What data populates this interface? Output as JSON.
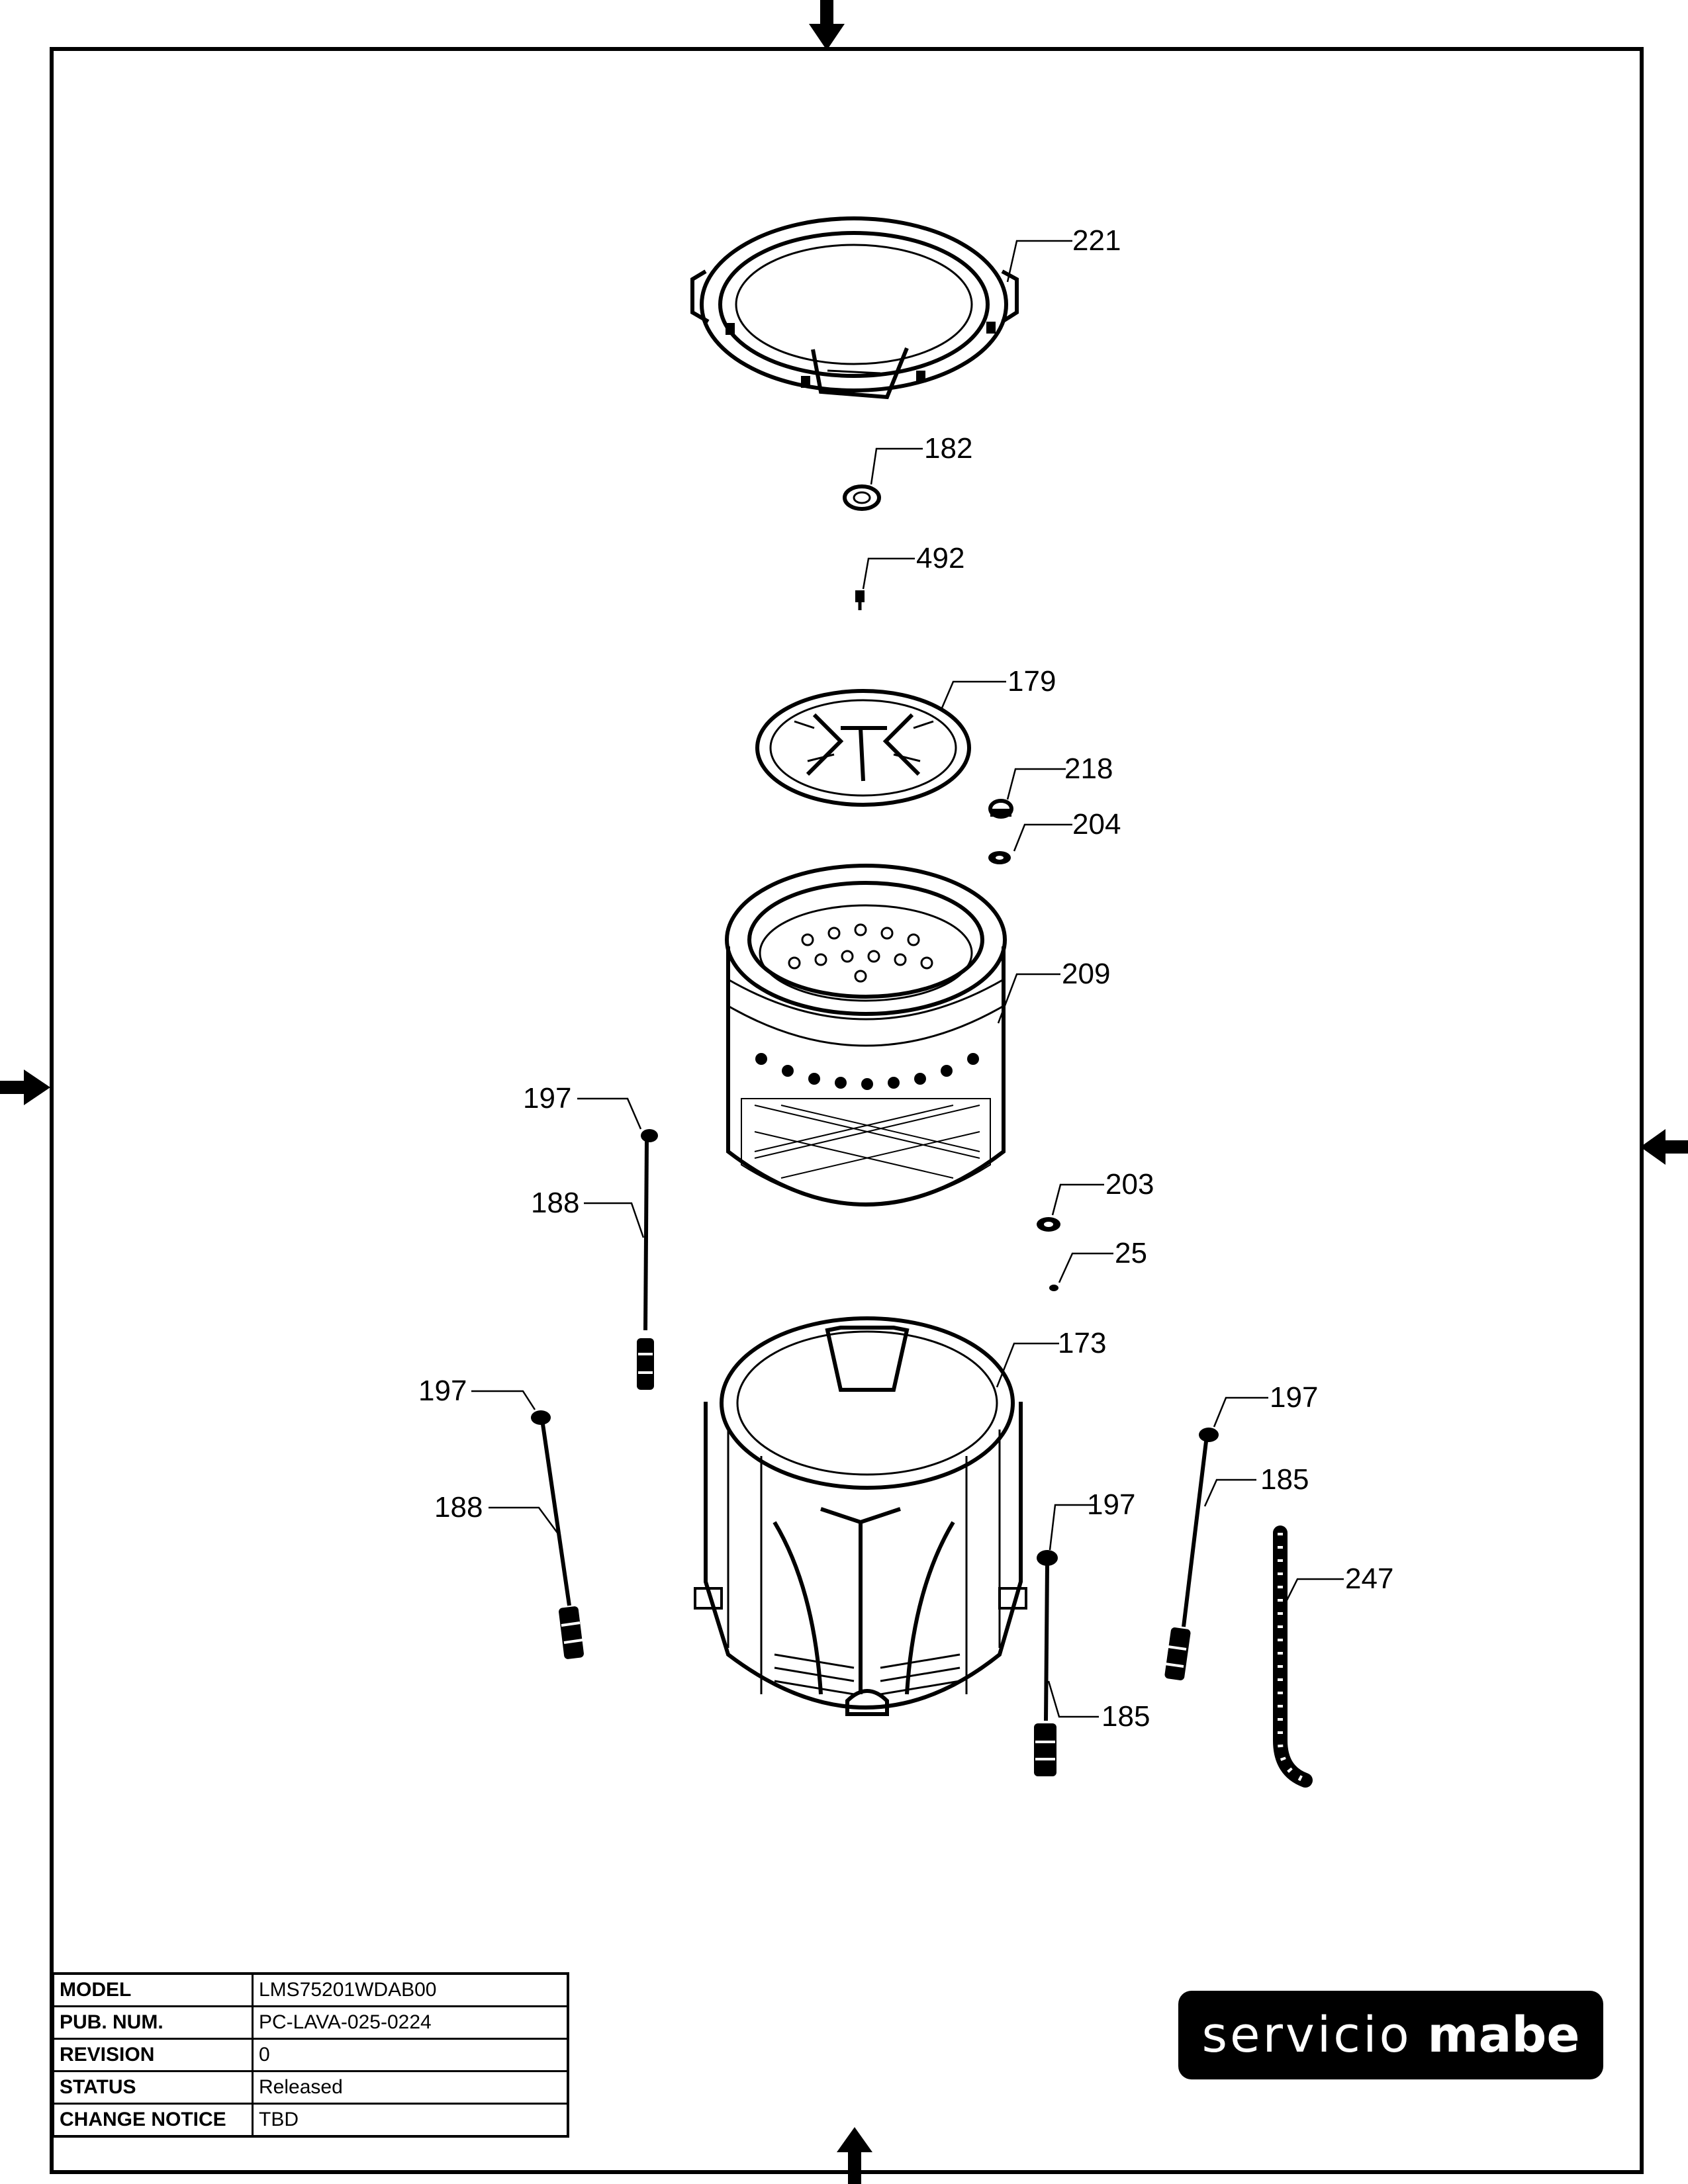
{
  "callouts": [
    "221",
    "182",
    "492",
    "179",
    "218",
    "204",
    "209",
    "197",
    "188",
    "203",
    "25",
    "173",
    "197",
    "188",
    "197",
    "185",
    "197",
    "247",
    "185"
  ],
  "title_block": {
    "rows": [
      {
        "label": "MODEL",
        "value": "LMS75201WDAB00"
      },
      {
        "label": "PUB. NUM.",
        "value": "PC-LAVA-025-0224"
      },
      {
        "label": "REVISION",
        "value": "0"
      },
      {
        "label": "STATUS",
        "value": "Released"
      },
      {
        "label": "CHANGE NOTICE",
        "value": "TBD"
      }
    ]
  },
  "logo": {
    "word1": "servicio",
    "word2": "mabe"
  }
}
